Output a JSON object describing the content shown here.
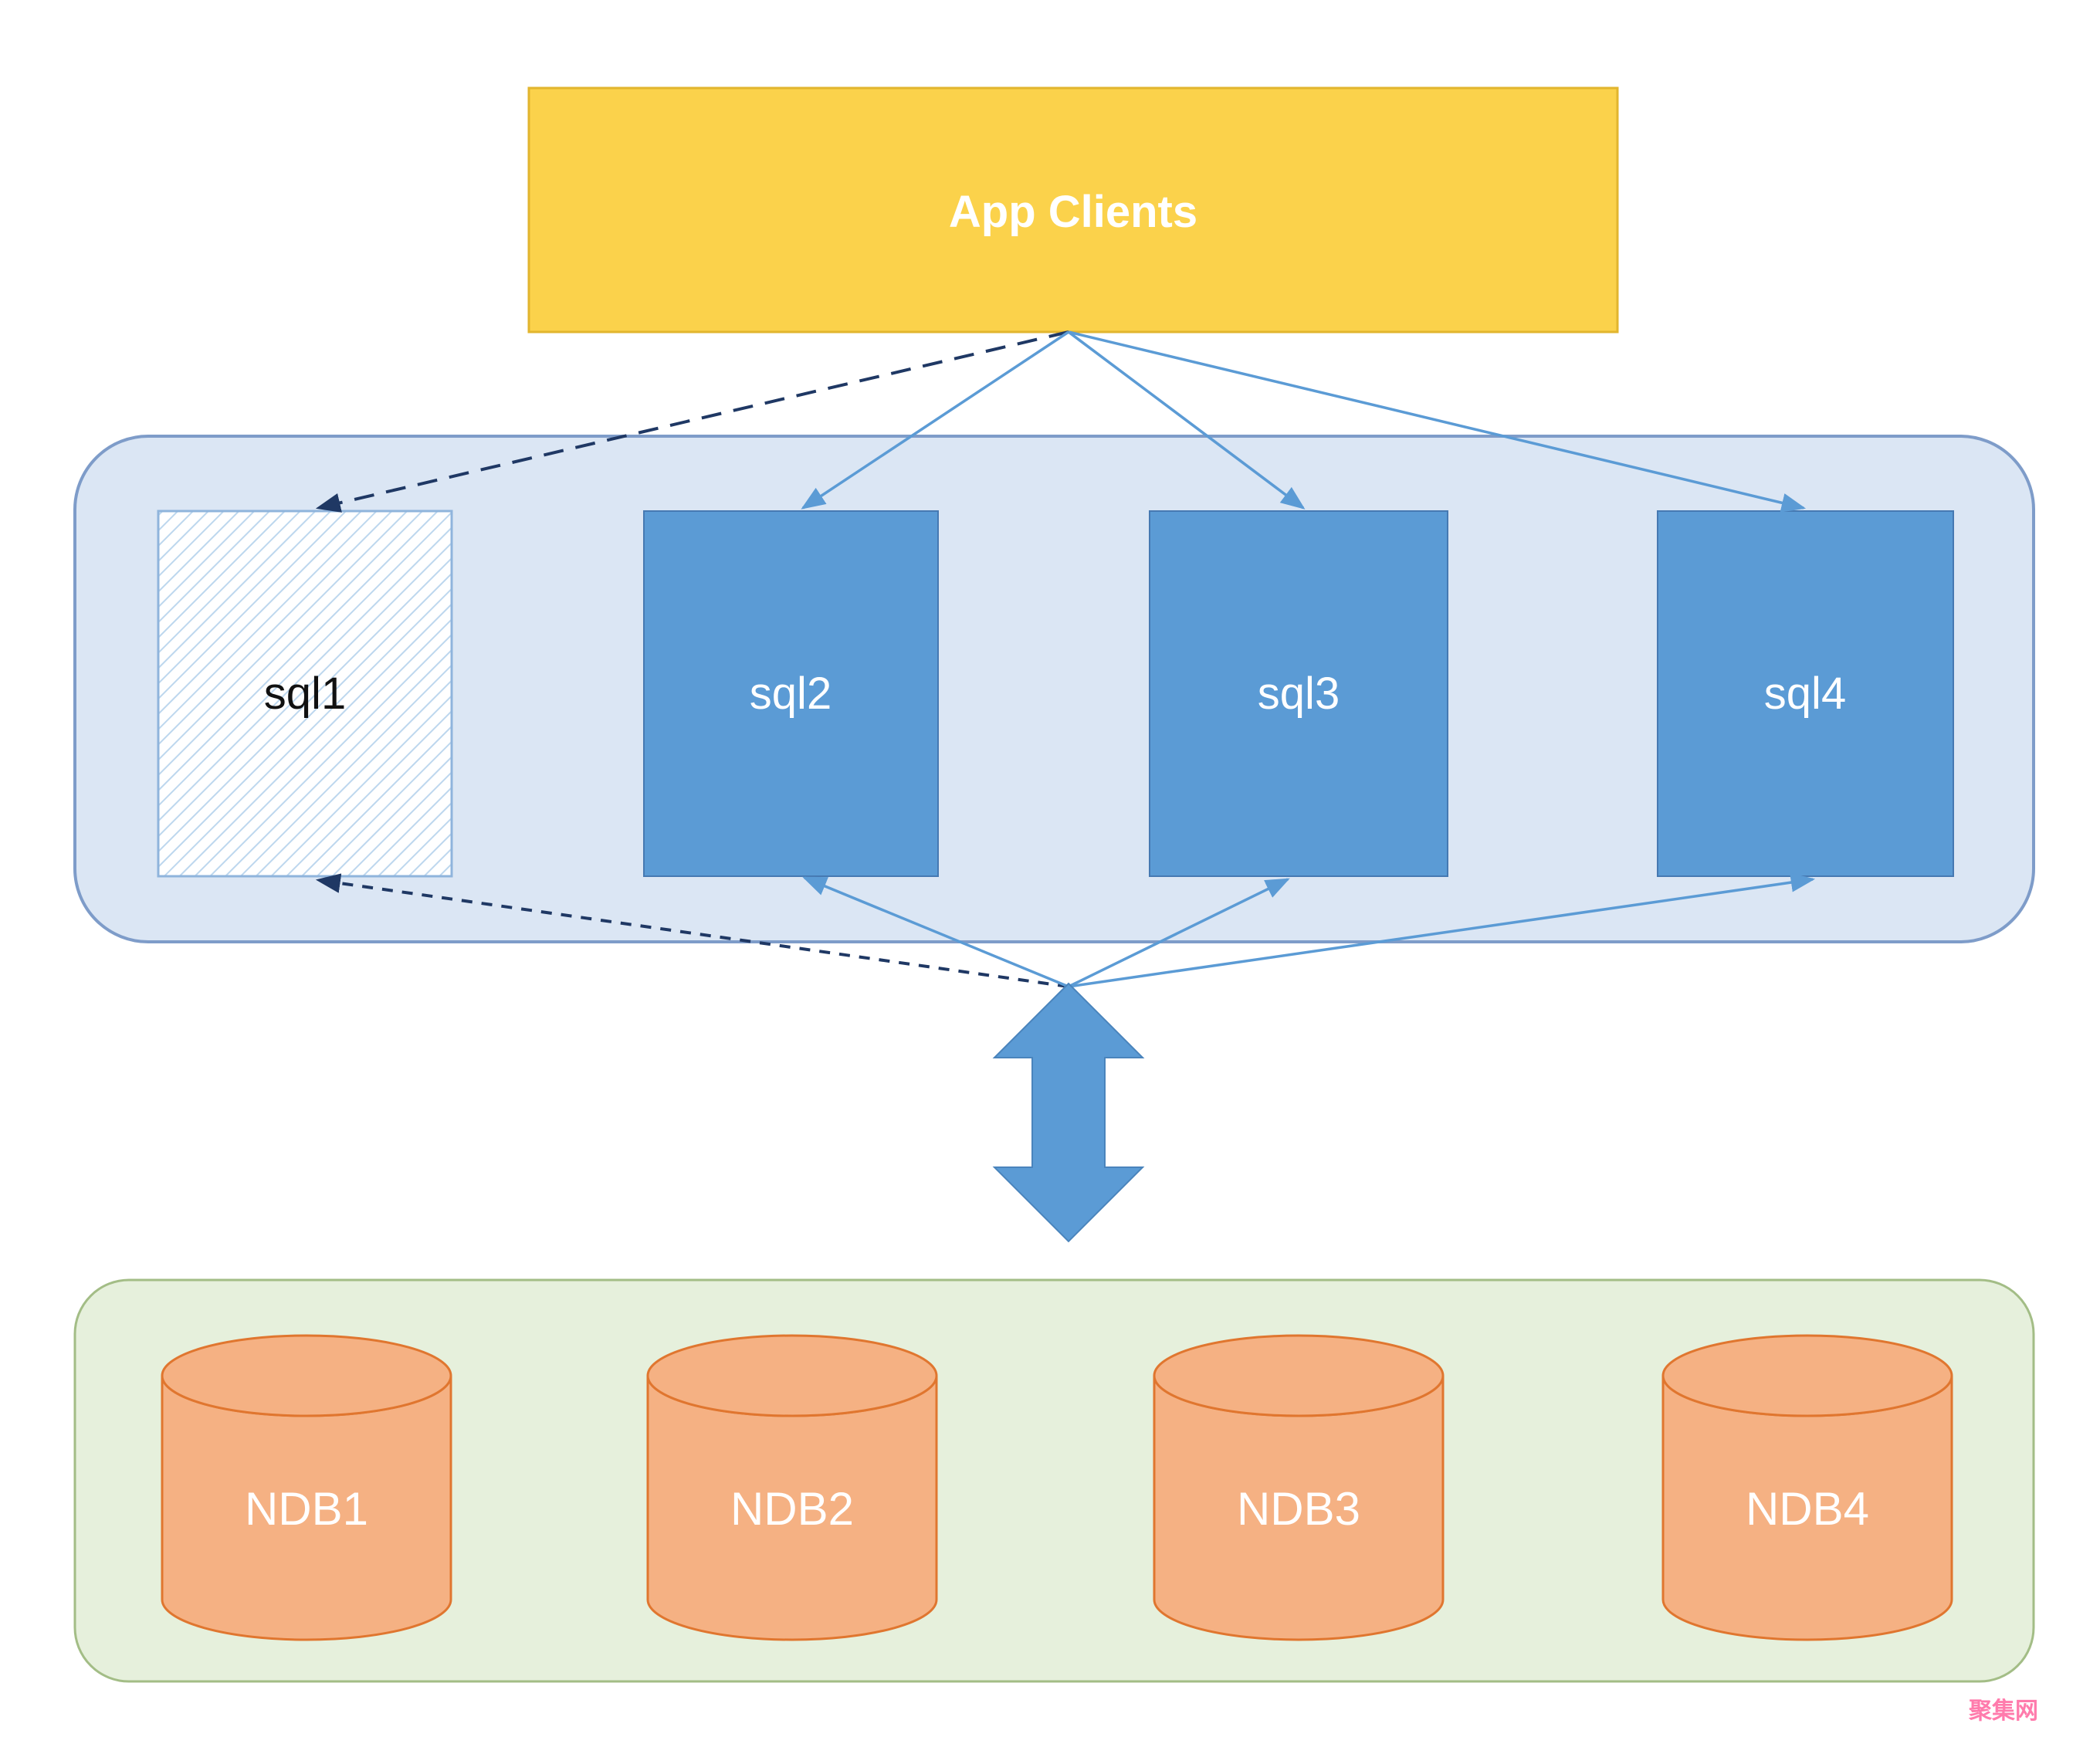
{
  "diagram": {
    "type": "architecture-diagram",
    "app_clients": {
      "label": "App Clients"
    },
    "sql_layer": {
      "nodes": [
        {
          "label": "sql1",
          "style": "hatched",
          "arrow_from_clients": "dashed",
          "arrow_from_cluster": "dashed"
        },
        {
          "label": "sql2",
          "style": "solid",
          "arrow_from_clients": "solid",
          "arrow_from_cluster": "solid"
        },
        {
          "label": "sql3",
          "style": "solid",
          "arrow_from_clients": "solid",
          "arrow_from_cluster": "solid"
        },
        {
          "label": "sql4",
          "style": "solid",
          "arrow_from_clients": "solid",
          "arrow_from_cluster": "solid"
        }
      ]
    },
    "ndb_layer": {
      "nodes": [
        {
          "label": "NDB1"
        },
        {
          "label": "NDB2"
        },
        {
          "label": "NDB3"
        },
        {
          "label": "NDB4"
        }
      ]
    },
    "watermark": "聚集网",
    "colors": {
      "app_clients_fill": "#FBD24B",
      "app_clients_border": "#E2B52E",
      "sql_container_fill": "#DBE6F4",
      "sql_container_border": "#7E9CC9",
      "sql_node_fill": "#5B9BD5",
      "sql_node_border": "#4679B2",
      "hatch_line": "#BDD7EE",
      "ndb_container_fill": "#E6F0DC",
      "ndb_container_border": "#A3BD86",
      "cylinder_fill": "#F5B183",
      "cylinder_border": "#E0762F",
      "arrow_solid": "#5B9BD5",
      "arrow_dashed": "#1F3864",
      "watermark_color": "#FF7BAC",
      "label_light": "#FFFFFF",
      "label_dark": "#111111"
    }
  }
}
